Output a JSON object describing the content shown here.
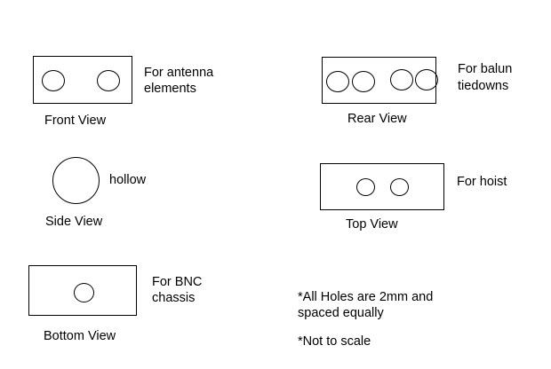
{
  "views": {
    "front": {
      "caption": "Front View",
      "note_line1": "For antenna",
      "note_line2": "elements"
    },
    "rear": {
      "caption": "Rear View",
      "note_line1": "For balun",
      "note_line2": "tiedowns"
    },
    "side": {
      "caption": "Side View",
      "note_line1": "hollow"
    },
    "top": {
      "caption": "Top View",
      "note_line1": "For hoist"
    },
    "bottom": {
      "caption": "Bottom View",
      "note_line1": "For BNC",
      "note_line2": "chassis"
    }
  },
  "footnotes": {
    "holes_line1": "*All Holes are 2mm and",
    "holes_line2": "spaced equally",
    "scale": "*Not to scale"
  }
}
